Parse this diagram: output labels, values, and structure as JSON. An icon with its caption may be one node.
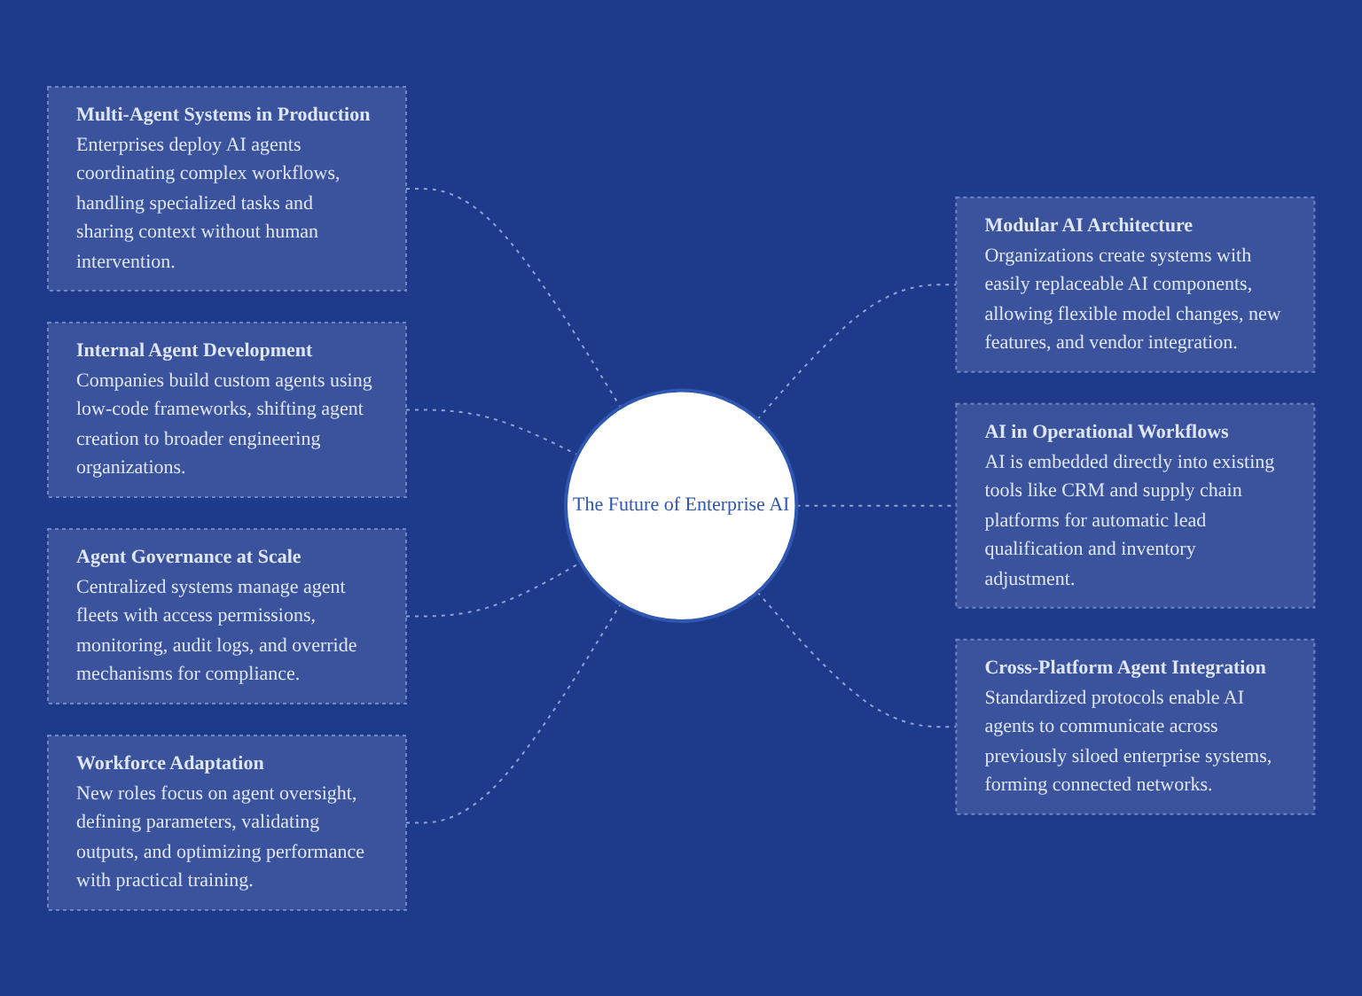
{
  "diagram": {
    "nodes": [
      {
        "text": [
          "The Future of Enterprise AI"
        ]
      },
      {
        "text": [
          "Multi-Agent Systems in Production",
          "Enterprises deploy AI agents coordinating complex workflows, handling specialized tasks and sharing context without human intervention."
        ]
      },
      {
        "text": [
          "Modular AI Architecture",
          "Organizations create systems with easily replaceable AI components, allowing flexible model changes, new features, and vendor integration."
        ]
      },
      {
        "text": [
          "AI in Operational Workflows",
          "AI is embedded directly into existing tools like CRM and supply chain platforms for automatic lead qualification and inventory adjustment."
        ]
      },
      {
        "text": [
          "Cross-Platform Agent Integration",
          "Standardized protocols enable AI agents to communicate across previously siloed enterprise systems, forming connected networks."
        ]
      },
      {
        "text": [
          "Internal Agent Development",
          "Companies build custom agents using low-code frameworks, shifting agent creation to broader engineering organizations."
        ]
      },
      {
        "text": [
          "Agent Governance at Scale",
          "Centralized systems manage agent fleets with access permissions, monitoring, audit logs, and override mechanisms for compliance."
        ]
      },
      {
        "text": [
          "Workforce Adaptation",
          "New roles focus on agent oversight, defining parameters, validating outputs, and optimizing performance with practical training."
        ]
      }
    ],
    "edges": [
      {
        "from": 0,
        "to": 1,
        "arrow": "none",
        "style": "dashed"
      },
      {
        "from": 0,
        "to": 2,
        "arrow": "none",
        "style": "dashed"
      },
      {
        "from": 0,
        "to": 3,
        "arrow": "none",
        "style": "dashed"
      },
      {
        "from": 0,
        "to": 4,
        "arrow": "none",
        "style": "dashed"
      },
      {
        "from": 0,
        "to": 5,
        "arrow": "none",
        "style": "dashed"
      },
      {
        "from": 0,
        "to": 6,
        "arrow": "none",
        "style": "dashed"
      },
      {
        "from": 0,
        "to": 7,
        "arrow": "none",
        "style": "dashed"
      }
    ]
  }
}
